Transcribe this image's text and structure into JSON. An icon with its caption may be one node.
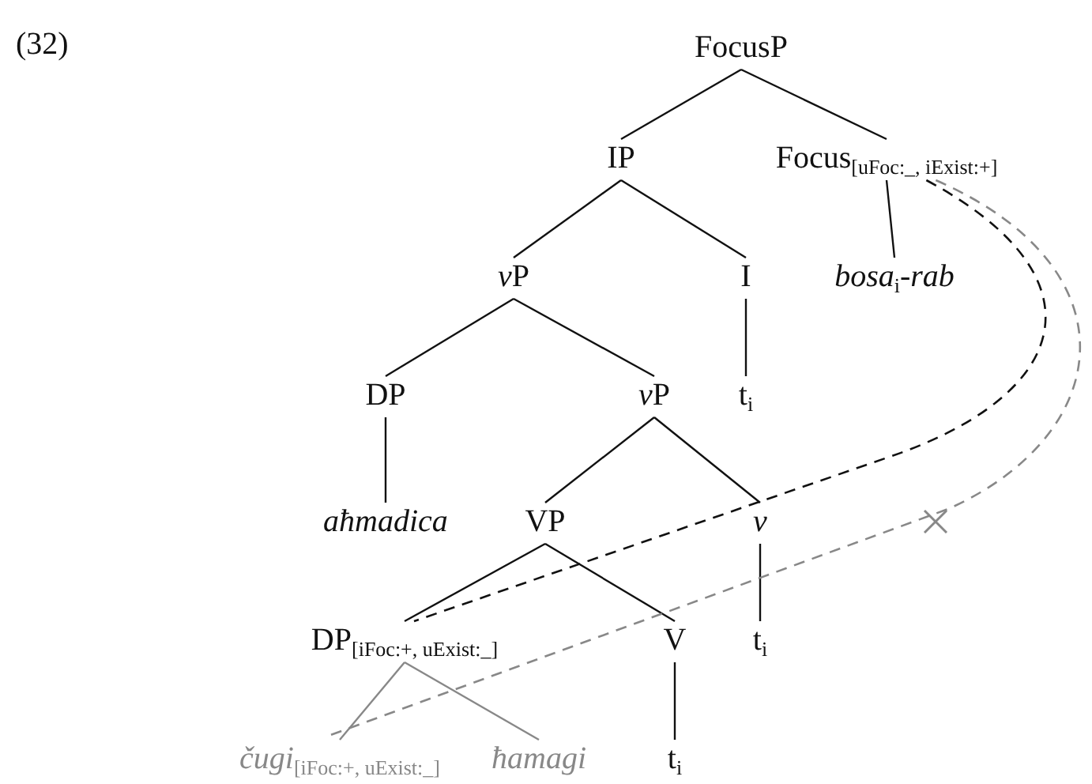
{
  "diagram": {
    "nodes": [
      {
        "text": [
          "FocusP"
        ]
      },
      {
        "text": [
          "IP"
        ]
      },
      {
        "text": [
          "Focus$_{[uFoc:_, iExist:+]}$"
        ]
      },
      {
        "text": [
          "vP"
        ]
      },
      {
        "text": [
          "I"
        ]
      },
      {
        "text": [
          "bosa$_{i}$-rab"
        ]
      },
      {
        "text": [
          "DP"
        ]
      },
      {
        "text": [
          "vP"
        ]
      },
      {
        "text": [
          "t$_{i}$"
        ]
      },
      {
        "text": [
          "aħmadica"
        ]
      },
      {
        "text": [
          "VP"
        ]
      },
      {
        "text": [
          "v"
        ]
      },
      {
        "text": [
          "DP$_{[iFoc:+, uExist:_]}$"
        ]
      },
      {
        "text": [
          "V"
        ]
      },
      {
        "text": [
          "t$_{i}$"
        ]
      },
      {
        "text": [
          "čugi$_{[iFoc:+, uExist:_]}$"
        ]
      },
      {
        "text": [
          "ħamagi"
        ]
      },
      {
        "text": [
          "t$_{i}$"
        ]
      }
    ],
    "edges": [
      {
        "from": 0,
        "to": 1,
        "arrow": "none"
      },
      {
        "from": 0,
        "to": 2,
        "arrow": "none"
      },
      {
        "from": 1,
        "to": 3,
        "arrow": "none"
      },
      {
        "from": 1,
        "to": 4,
        "arrow": "none"
      },
      {
        "from": 2,
        "to": 5,
        "arrow": "none"
      },
      {
        "from": 3,
        "to": 6,
        "arrow": "none"
      },
      {
        "from": 3,
        "to": 7,
        "arrow": "none"
      },
      {
        "from": 4,
        "to": 8,
        "arrow": "none"
      },
      {
        "from": 6,
        "to": 9,
        "arrow": "none"
      },
      {
        "from": 7,
        "to": 10,
        "arrow": "none"
      },
      {
        "from": 7,
        "to": 11,
        "arrow": "none"
      },
      {
        "from": 10,
        "to": 12,
        "arrow": "none"
      },
      {
        "from": 10,
        "to": 13,
        "arrow": "none"
      },
      {
        "from": 11,
        "to": 14,
        "arrow": "none"
      },
      {
        "from": 12,
        "to": 15,
        "arrow": "none",
        "color": "#888888"
      },
      {
        "from": 12,
        "to": 16,
        "arrow": "none",
        "color": "#888888"
      },
      {
        "from": 13,
        "to": 17,
        "arrow": "none"
      },
      {
        "from": 2,
        "to": 12,
        "arrow": "none",
        "style": "dashed"
      },
      {
        "from": 2,
        "to": 15,
        "arrow": "none",
        "style": "dashed",
        "color": "#888888"
      }
    ],
    "labels": [
      "(32)"
    ]
  }
}
